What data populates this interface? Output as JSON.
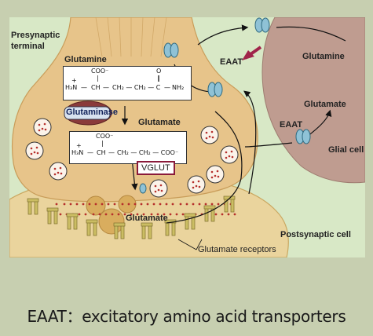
{
  "diagram": {
    "presynaptic_label": "Presynaptic terminal",
    "glutamine_left": "Glutamine",
    "glutamine_formula": {
      "coo": "COO⁻",
      "plus": "+",
      "h3n": "H₃N",
      "ch": "CH",
      "chain": "CH₂ — CH₂ — C",
      "oxygen": "O",
      "nh2": "NH₂"
    },
    "glutaminase": "Glutaminase",
    "glutamate_mid": "Glutamate",
    "glutamate_formula": {
      "coo": "COO⁻",
      "plus": "+",
      "h3n": "H₃N",
      "ch": "CH",
      "chain": "CH₂ — CH₂ — COO⁻"
    },
    "vglut": "VGLUT",
    "glutamate_cleft": "Glutamate",
    "eaat_top": "EAAT",
    "eaat_right": "EAAT",
    "glutamine_right": "Glutamine",
    "glutamate_right": "Glutamate",
    "glial_cell": "Glial cell",
    "postsynaptic_cell": "Postsynaptic cell",
    "receptors": "Glutamate receptors"
  },
  "caption": "EAAT：excitatory amino acid transporters",
  "colors": {
    "background": "#c7cfb0",
    "panel": "#d8e8c6",
    "neuron": "#e7c48a",
    "neuron_edge": "#c99d5a",
    "glia": "#bf9c90",
    "postsynaptic": "#ead49d",
    "transporter": "#8fc2d6",
    "receptor": "#cbbd63",
    "accent_arrow": "#a0244a",
    "vglut_border": "#8a1a3a",
    "vesicle_dot": "#b6302c"
  },
  "icons": [
    "red-arrow-icon",
    "transporter-icon",
    "receptor-icon",
    "mitochondrion-icon",
    "vesicle-icon"
  ]
}
